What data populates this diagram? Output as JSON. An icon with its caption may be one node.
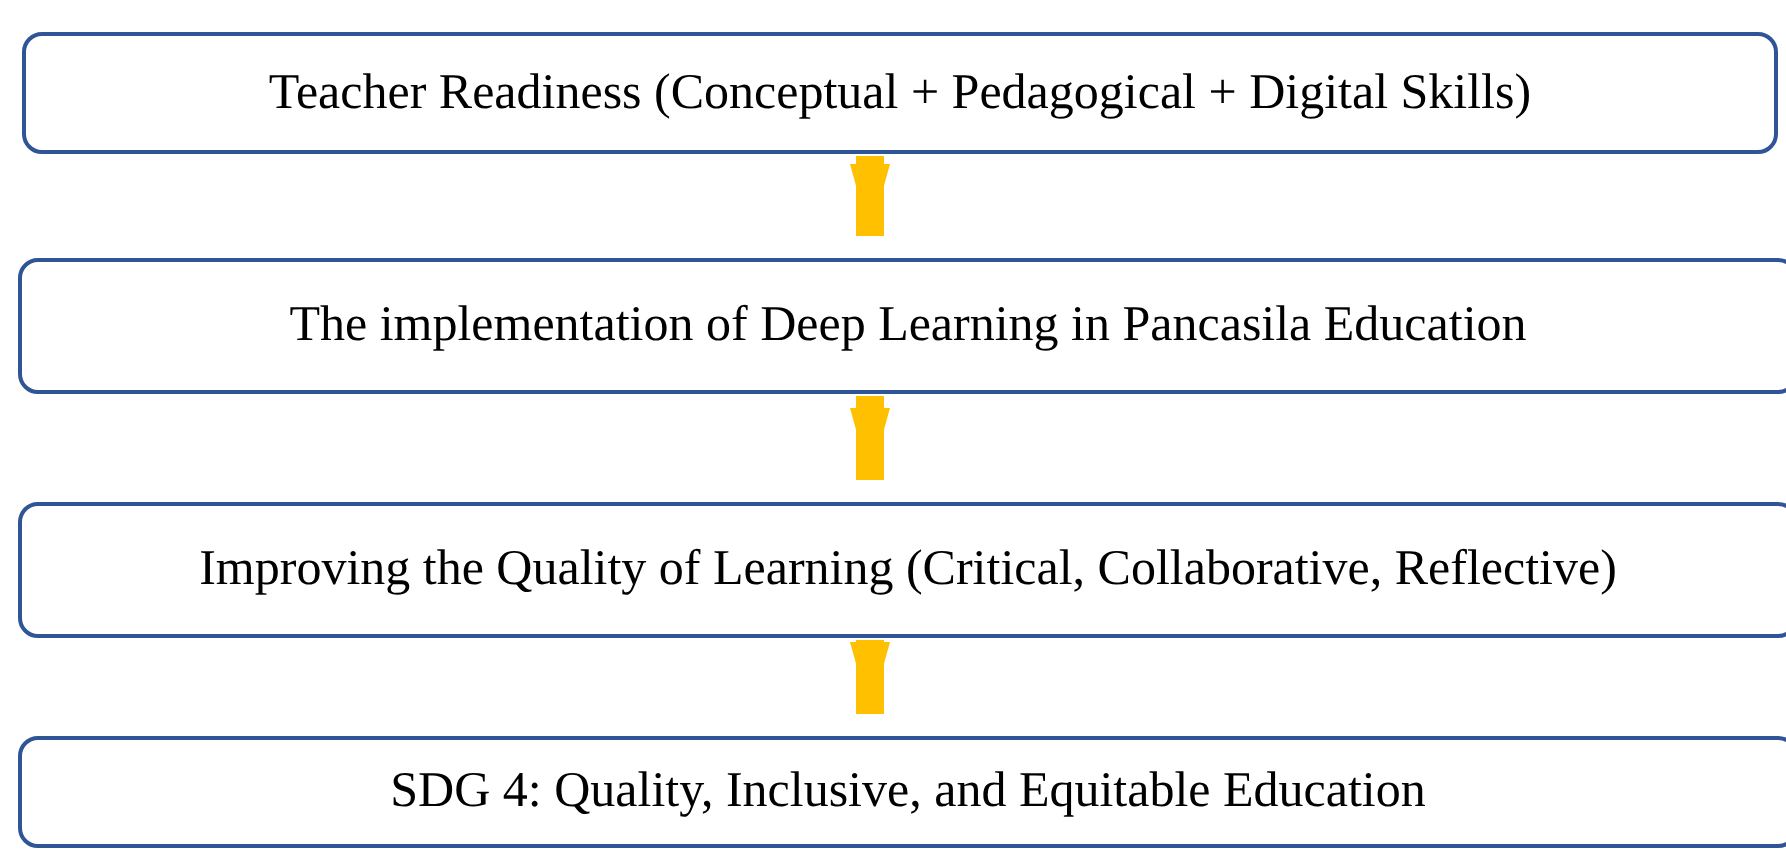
{
  "diagram": {
    "nodes": [
      {
        "text": [
          "Teacher Readiness (Conceptual + Pedagogical + Digital Skills)"
        ]
      },
      {
        "text": [
          "The implementation of Deep Learning in Pancasila Education"
        ]
      },
      {
        "text": [
          "Improving the Quality of Learning (Critical, Collaborative, Reflective)"
        ]
      },
      {
        "text": [
          "SDG 4: Quality, Inclusive, and Equitable Education"
        ]
      }
    ],
    "edges": [
      {
        "from": 0,
        "to": 1,
        "arrow": "to"
      },
      {
        "from": 1,
        "to": 2,
        "arrow": "to"
      },
      {
        "from": 2,
        "to": 3,
        "arrow": "to"
      }
    ]
  }
}
